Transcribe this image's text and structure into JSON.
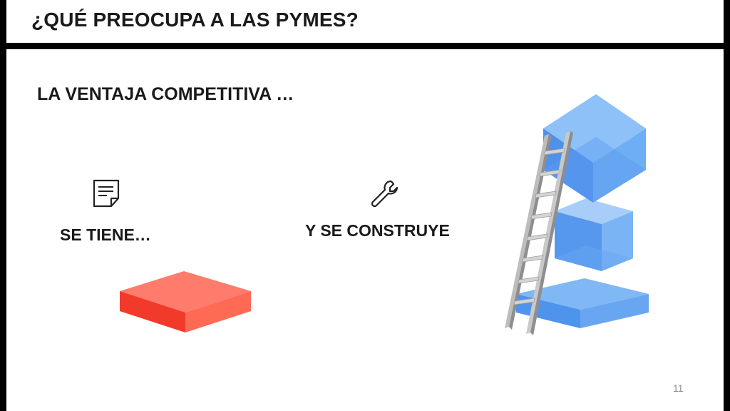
{
  "slide": {
    "title": "¿QUÉ PREOCUPA A LAS PYMES?",
    "subtitle": "LA VENTAJA COMPETITIVA …",
    "left_label": "SE TIENE…",
    "right_label": "Y SE CONSTRUYE",
    "page_number": "11"
  },
  "icons": {
    "left": "document-note-icon",
    "right": "wrench-icon"
  },
  "colors": {
    "frame": "#000000",
    "red_block": "#f64a3a",
    "blue_block": "#5aa0f2",
    "ladder": "#c8c8c8"
  }
}
